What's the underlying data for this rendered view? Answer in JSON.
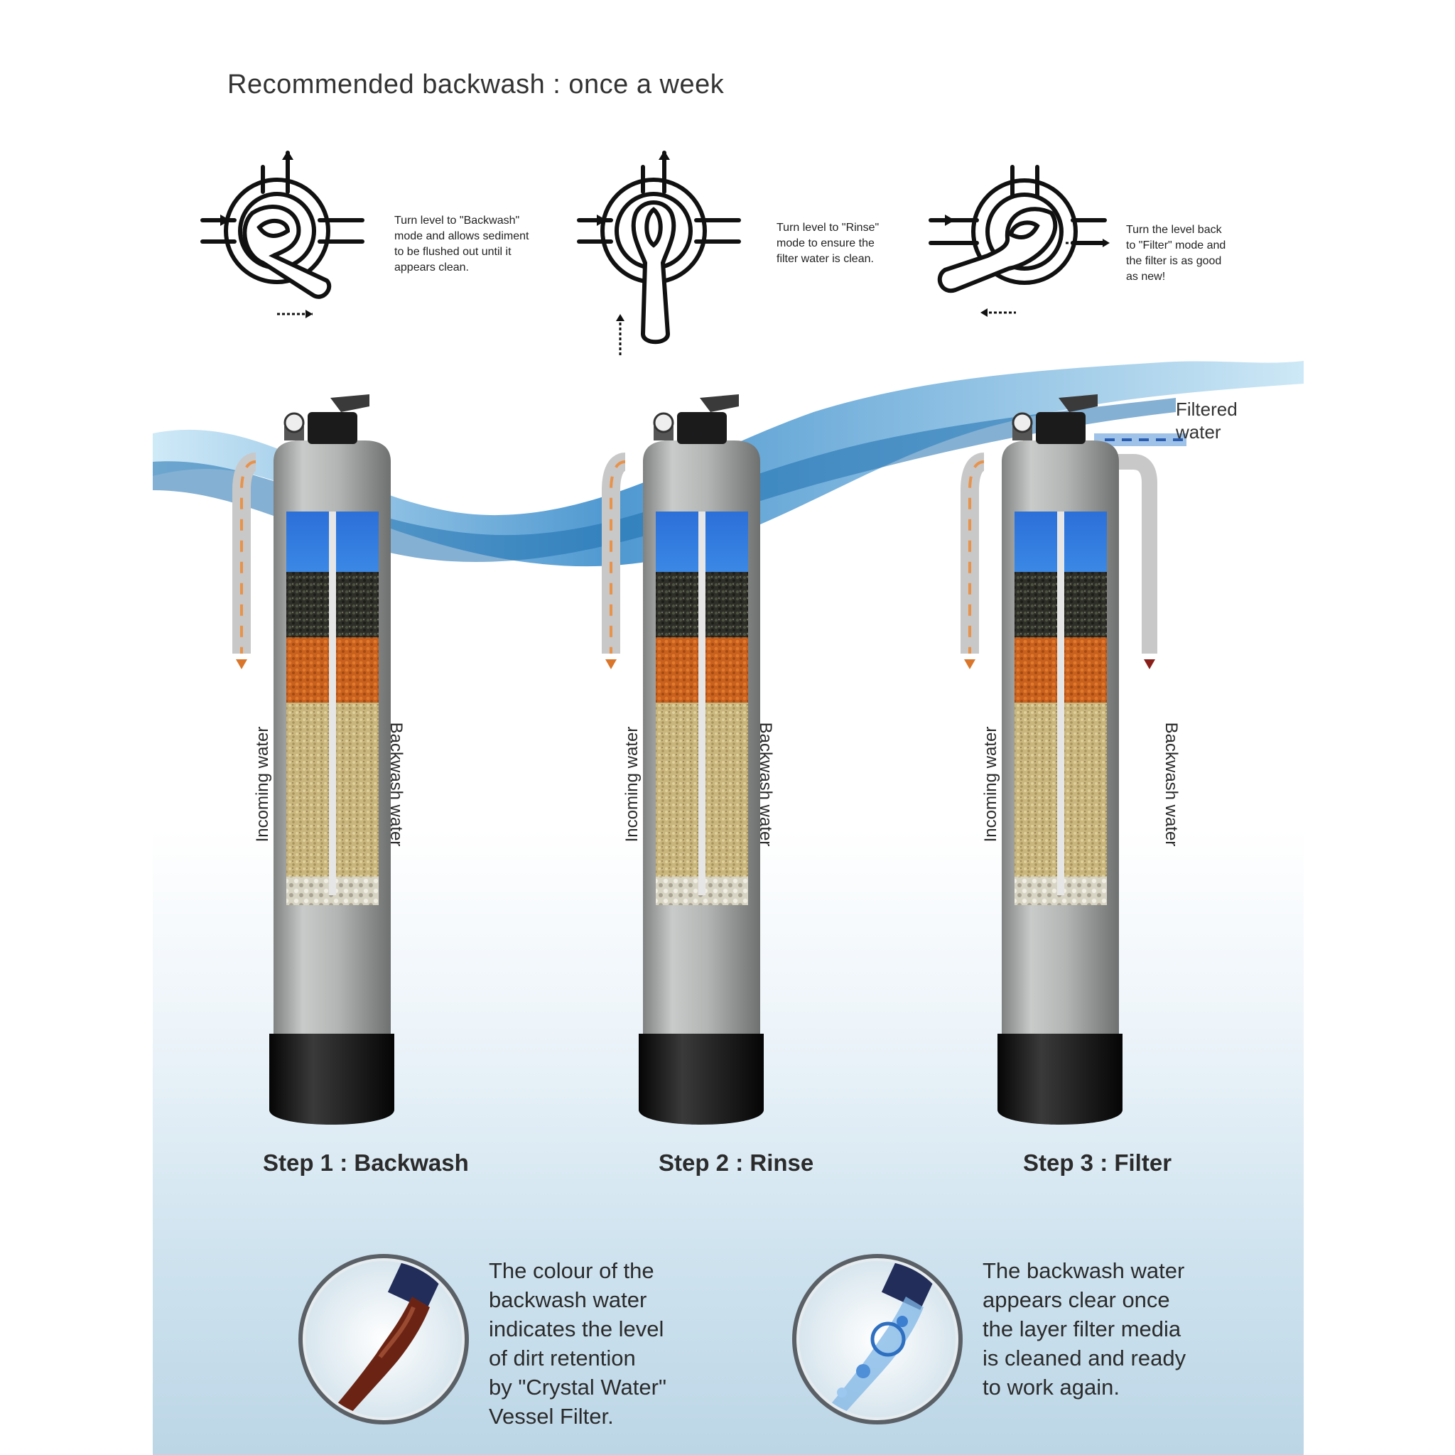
{
  "header": "Recommended backwash : once a week",
  "valves": [
    {
      "note": "Turn level to \"Backwash\"\nmode and allows sediment\nto be flushed out until it\nappears clean."
    },
    {
      "note": "Turn level to \"Rinse\"\nmode to ensure the\nfilter water is clean."
    },
    {
      "note": "Turn the level back\nto \"Filter\" mode and\nthe filter is as good\nas new!"
    }
  ],
  "tanks": [
    {
      "step": "Step 1 : Backwash",
      "in_label": "Incoming water",
      "out_label": "Backwash water"
    },
    {
      "step": "Step 2 : Rinse",
      "in_label": "Incoming water",
      "out_label": "Backwash water"
    },
    {
      "step": "Step 3 : Filter",
      "in_label": "Incoming water",
      "out_label": "Backwash water",
      "filtered_label": "Filtered\nwater"
    }
  ],
  "callouts": [
    {
      "text": "The colour of the\nbackwash water\nindicates the level\nof dirt retention\nby \"Crystal Water\"\nVessel Filter."
    },
    {
      "text": "The backwash water\nappears clear once\nthe layer filter media\nis cleaned and ready\nto work again."
    }
  ],
  "colors": {
    "water_blue": "#3d8fd6",
    "dirty_water": "#6b2414",
    "tank_grey": "#a8aaa9",
    "base_black": "#1a1a1a"
  }
}
